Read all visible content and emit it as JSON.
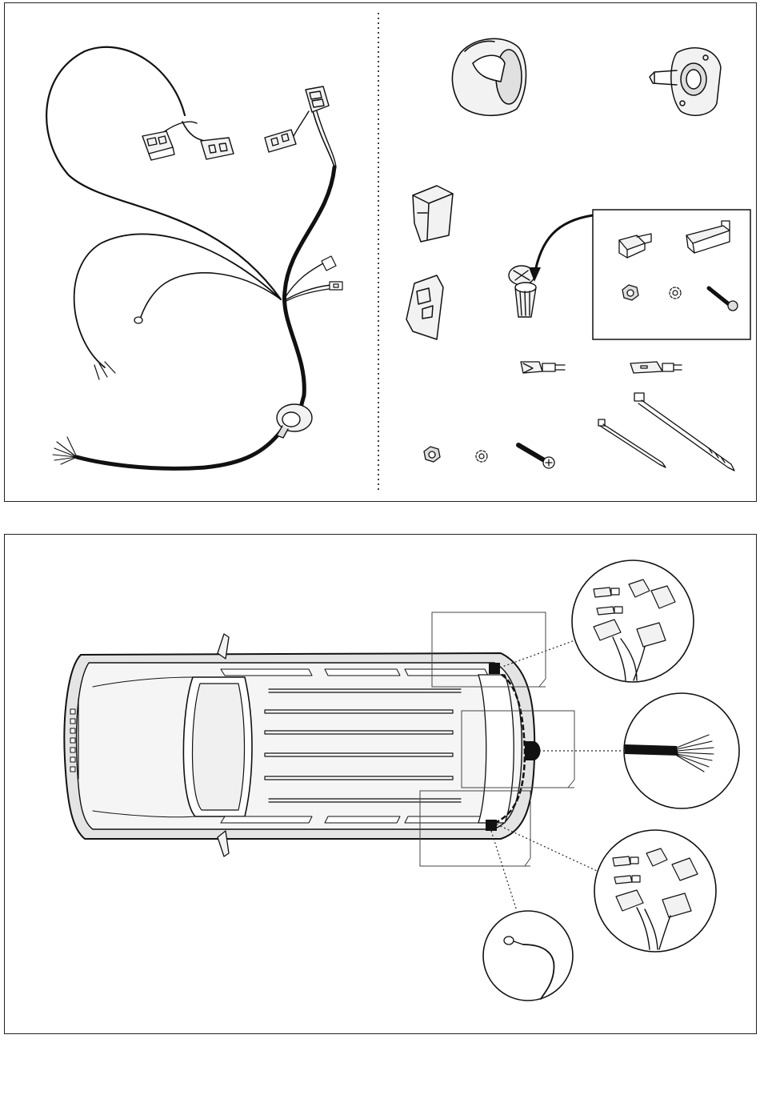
{
  "figure": {
    "panels": [
      {
        "id": "kit-contents",
        "components": [
          "wiring-harness",
          "trailer-socket-13pin",
          "socket-mounting-plate",
          "relay-box-large",
          "relay-box-small",
          "grommet-cup",
          "connector-plug",
          "connector-sleeve",
          "nut",
          "lock-washer",
          "bolt",
          "blade-connector",
          "spade-connector",
          "cable-tie-short",
          "cable-tie-long"
        ]
      },
      {
        "id": "installation-overview",
        "components": [
          "vehicle-top-view",
          "harness-route",
          "detail-left-lamp-connectors",
          "detail-socket-cable-end",
          "detail-right-lamp-connectors",
          "detail-ground-eyelet"
        ]
      }
    ],
    "colors": {
      "line": "#111111",
      "body_fill": "#f2f2f2",
      "shade": "#d9d9d9",
      "cable": "#000000"
    }
  }
}
